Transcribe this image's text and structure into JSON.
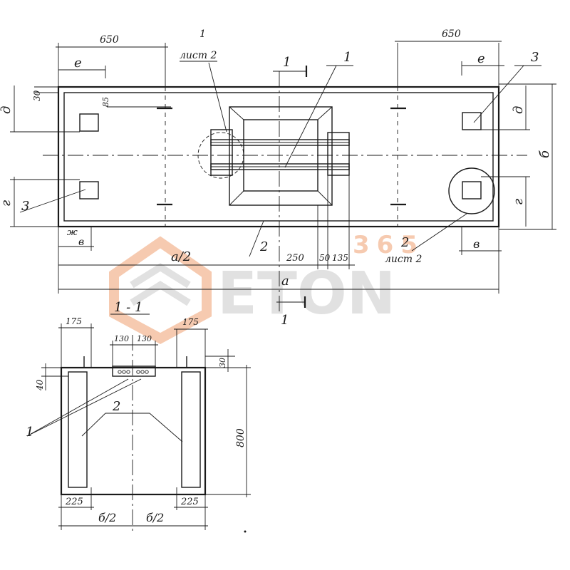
{
  "plan": {
    "dim_650_left": "650",
    "dim_650_right": "650",
    "e_left": "е",
    "e_right": "е",
    "d_left": "д",
    "d_right": "д",
    "dim_30": "30",
    "dim_85": "85",
    "g_left": "г",
    "g_right": "г",
    "b_right": "б",
    "zh": "ж",
    "v_left": "в",
    "v_right": "в",
    "a_half": "а/2",
    "a_full": "а",
    "dim_250": "250",
    "dim_50": "50",
    "dim_135": "135",
    "callout_1_top_left": "1",
    "callout_list2_top": "лист 2",
    "section_mark_1_top": "1",
    "section_mark_1_bottom": "1",
    "callout_1_top_right": "1",
    "callout_3_top_right": "3",
    "callout_3_left": "3",
    "callout_2_bottom_left": "2",
    "callout_2_bottom_right": "2",
    "callout_list2_bottom": "лист 2"
  },
  "section": {
    "title": "1 - 1",
    "dim_175_left": "175",
    "dim_175_right": "175",
    "dim_130_a": "130",
    "dim_130_b": "130",
    "dim_30": "30",
    "dim_40": "40",
    "dim_800": "800",
    "dim_225_left": "225",
    "dim_225_right": "225",
    "b_half_left": "б/2",
    "b_half_right": "б/2",
    "callout_1": "1",
    "callout_2": "2"
  },
  "watermark": {
    "brand": "ETON",
    "number": "365",
    "brand_color": "#c9c9c9",
    "accent_color": "#f0a070"
  }
}
